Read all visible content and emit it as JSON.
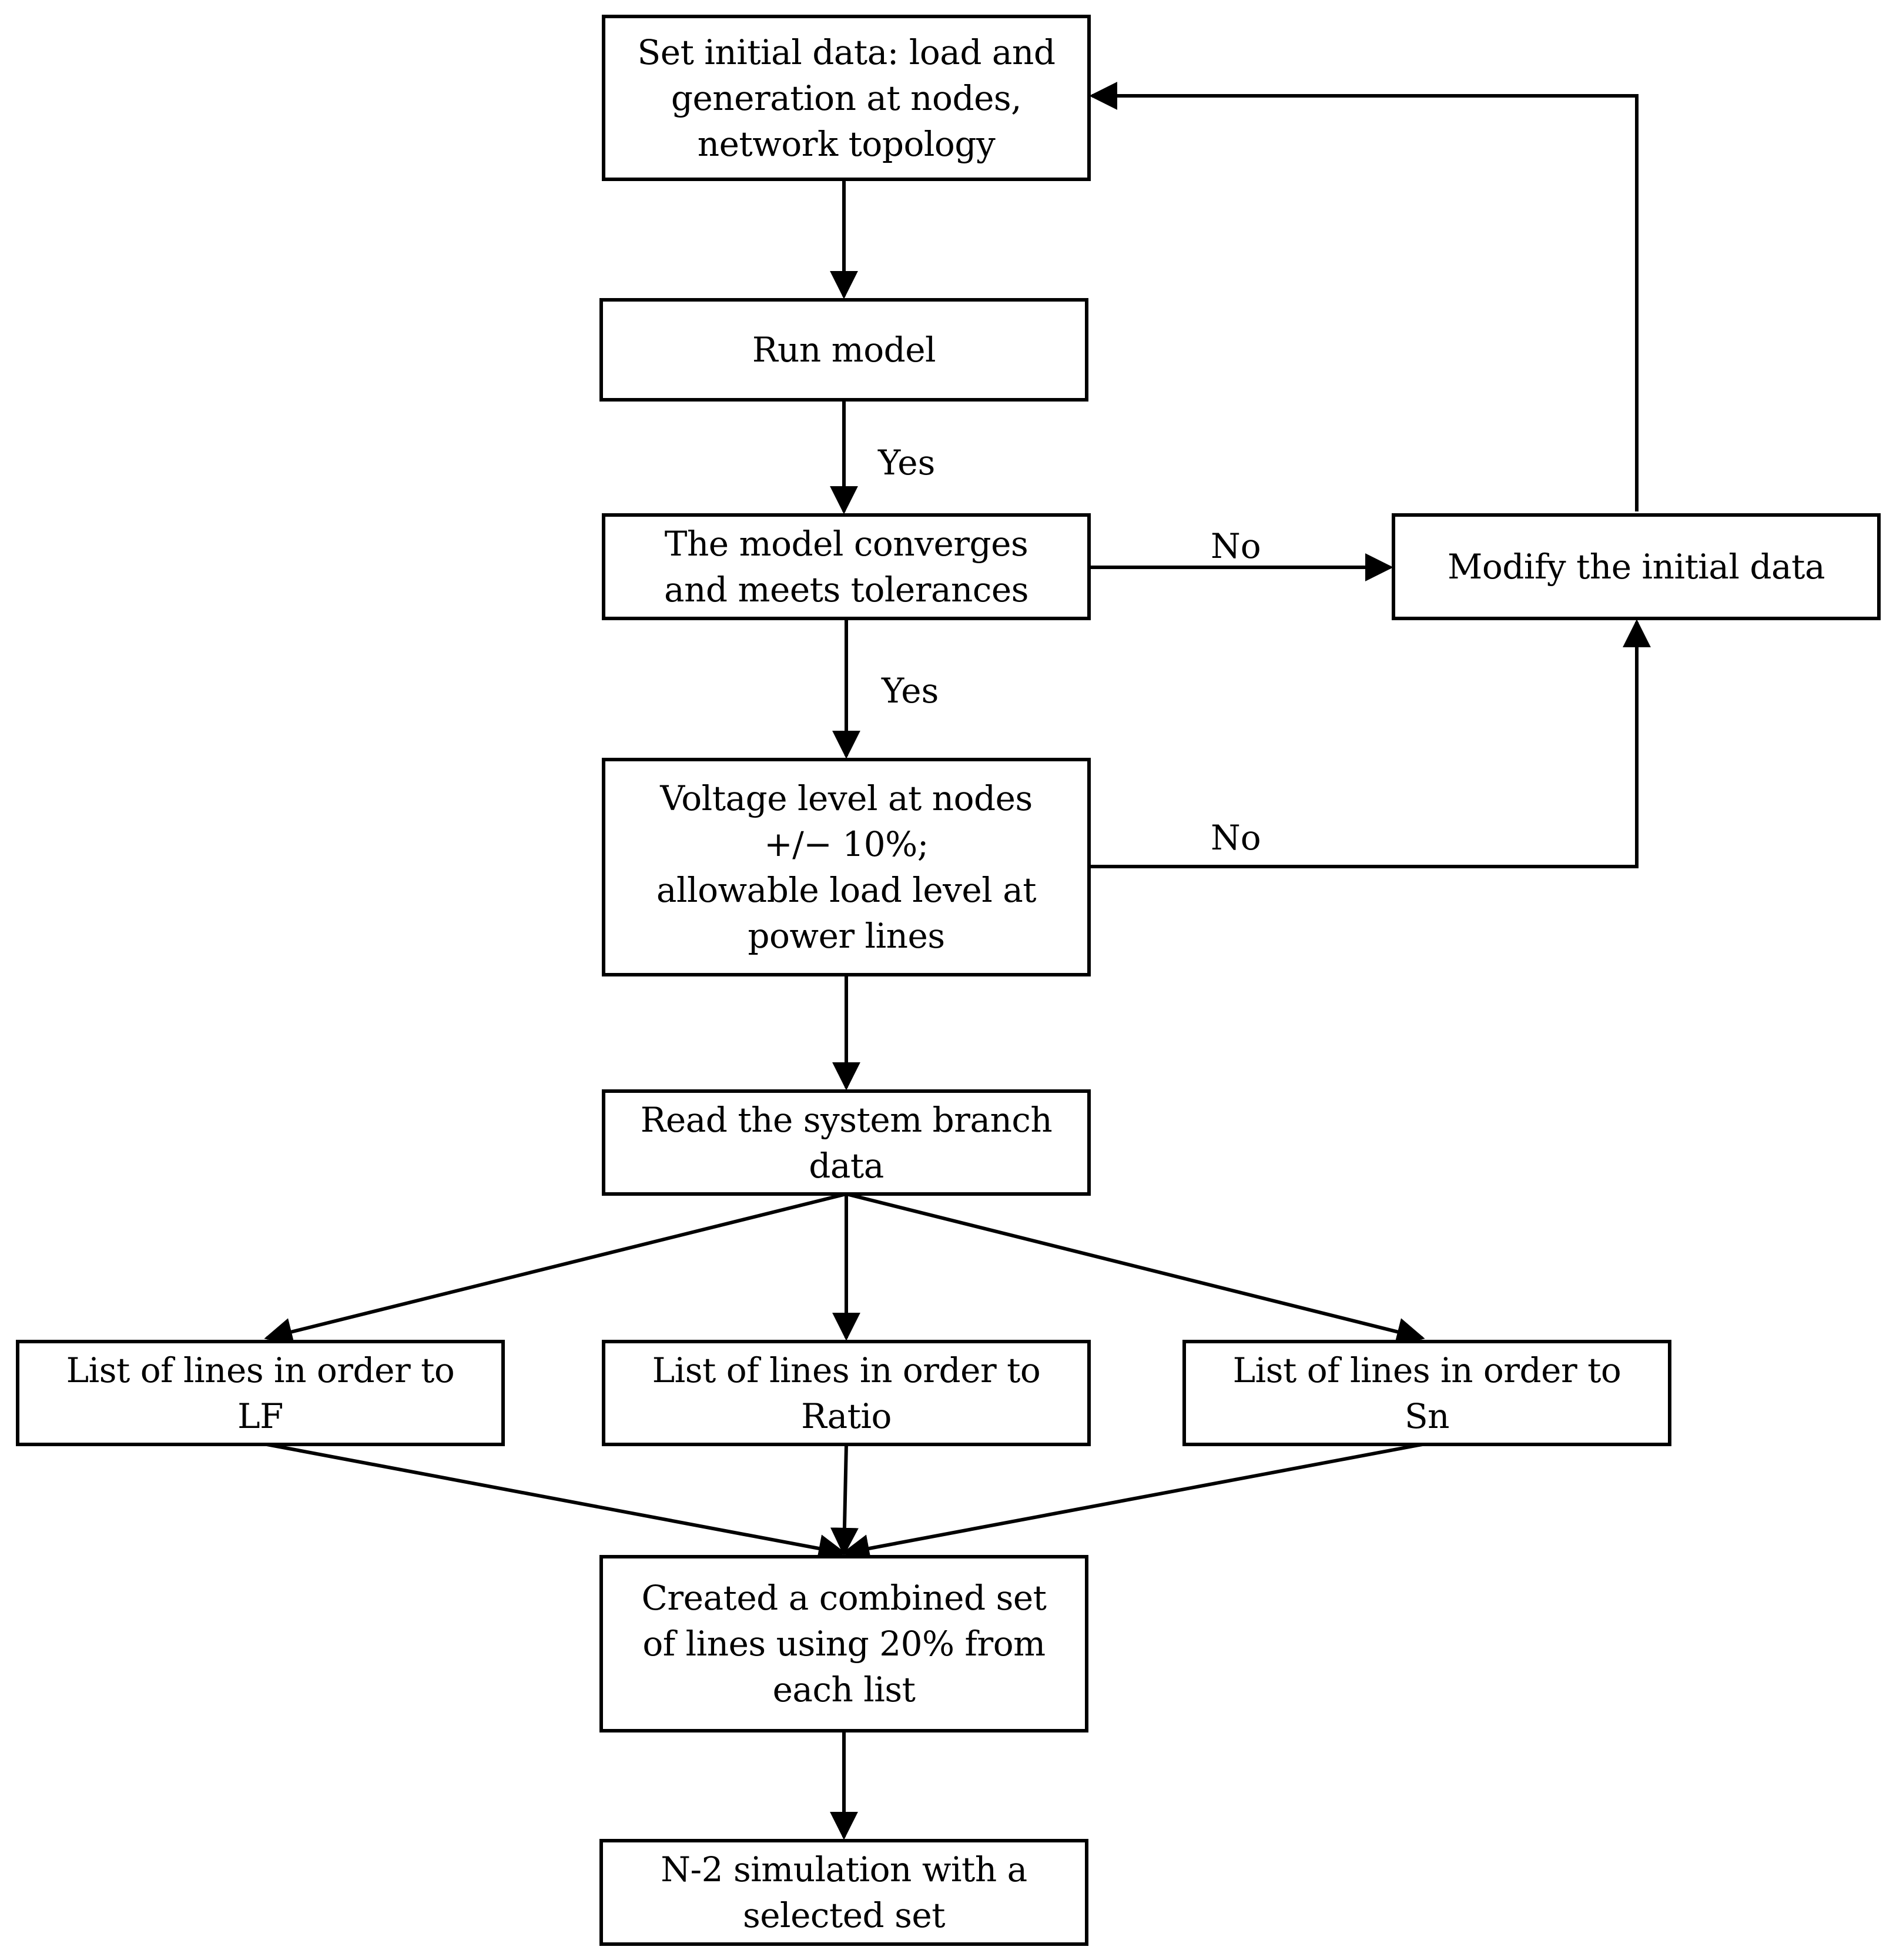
{
  "nodes": {
    "set_initial": {
      "lines": [
        "Set initial data: load and",
        "generation at nodes,",
        "network topology"
      ]
    },
    "run_model": {
      "lines": [
        "Run model"
      ]
    },
    "converges": {
      "lines": [
        "The model converges",
        "and meets tolerances"
      ]
    },
    "modify": {
      "lines": [
        "Modify the initial data"
      ]
    },
    "voltage": {
      "lines": [
        "Voltage level at nodes",
        "+/− 10%;",
        "allowable load level at",
        "power lines"
      ]
    },
    "read_branch": {
      "lines": [
        "Read the system branch",
        "data"
      ]
    },
    "list_lf": {
      "lines": [
        "List of lines in order to",
        "LF"
      ]
    },
    "list_ratio": {
      "lines": [
        "List of lines in order to",
        "Ratio"
      ]
    },
    "list_sn": {
      "lines": [
        "List of lines in order to",
        "Sn"
      ]
    },
    "combined": {
      "lines": [
        "Created a combined set",
        "of lines using 20% from",
        "each list"
      ]
    },
    "n2_sim": {
      "lines": [
        "N-2 simulation with a",
        "selected set"
      ]
    }
  },
  "edge_labels": {
    "run_to_converges": "Yes",
    "converges_no": "No",
    "converges_yes": "Yes",
    "voltage_no": "No"
  }
}
